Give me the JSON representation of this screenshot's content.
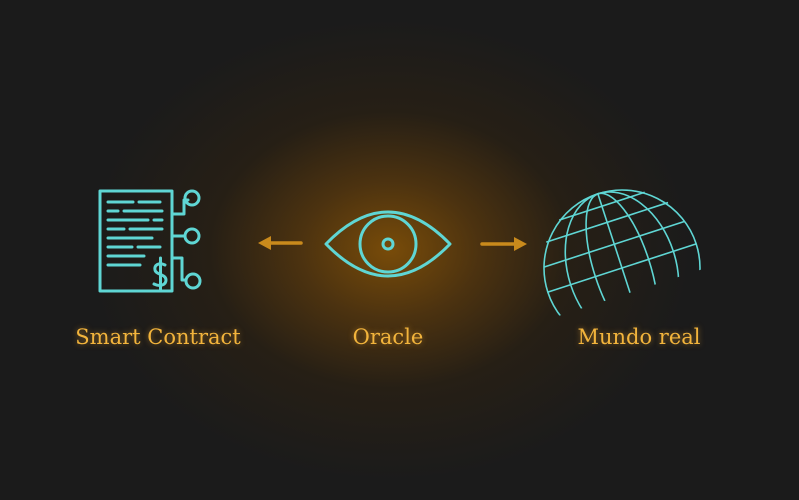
{
  "diagram": {
    "nodes": [
      {
        "id": "smart-contract",
        "label": "Smart Contract",
        "icon": "document-circuit-icon"
      },
      {
        "id": "oracle",
        "label": "Oracle",
        "icon": "eye-icon"
      },
      {
        "id": "real-world",
        "label": "Mundo real",
        "icon": "globe-wireframe-icon"
      }
    ],
    "edges": [
      {
        "from": "oracle",
        "to": "smart-contract",
        "style": "arrow-left"
      },
      {
        "from": "oracle",
        "to": "real-world",
        "style": "arrow-right"
      }
    ]
  },
  "colors": {
    "background": "#1b1b1b",
    "glow": "#7d4e08",
    "icon": "#5fd6d4",
    "label": "#f2b43c",
    "arrow": "#c98a1c"
  }
}
